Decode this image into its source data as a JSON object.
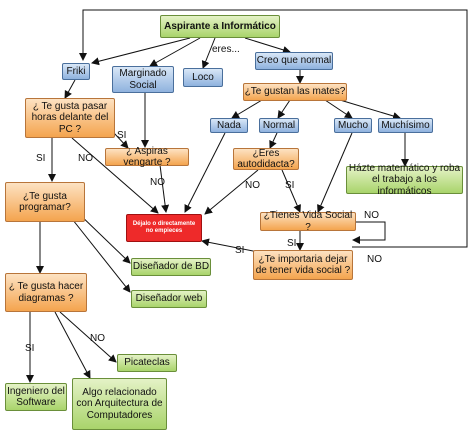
{
  "colors": {
    "green": "#a9d46b",
    "blue": "#8fb2de",
    "orange": "#f4a44e",
    "red": "#ee2a2a",
    "line": "#111111"
  },
  "nodes": {
    "root": "Aspirante a Informático",
    "friki": "Friki",
    "marginado": "Marginado Social",
    "loco": "Loco",
    "creo_normal": "Creo que normal",
    "gustan_mates": "¿Te gustan las mates?",
    "pasar_horas": "¿ Te gusta pasar horas delante del PC ?",
    "vengarte": "¿ Aspiras vengarte ?",
    "nada": "Nada",
    "normal": "Normal",
    "mucho": "Mucho",
    "muchisimo": "Muchísimo",
    "autodidacta": "¿Eres autodidacta?",
    "hazte": "Házte matemático y roba el trabajo a los informáticos",
    "programar": "¿Te gusta programar?",
    "dejalo": "Déjalo o directamente no empieces",
    "vida_social": "¿Tienes Vida Social ?",
    "importaria": "¿Te importaria dejar de tener vida social ?",
    "disenador_bd": "Diseñador de BD",
    "disenador_web": "Diseñador web",
    "diagramas": "¿ Te gusta hacer diagramas ?",
    "picateclas": "Picateclas",
    "ingeniero": "Ingeniero del Software",
    "arquitectura": "Algo relacionado con Arquitectura de Computadores"
  },
  "labels": {
    "eres": "eres...",
    "si_pasar": "SI",
    "no_pasar": "NO",
    "si_vengarte": "SI",
    "no_vengarte": "NO",
    "no_auto": "NO",
    "si_auto": "SI",
    "si_vida": "SI",
    "no_vida": "NO",
    "si_importaria": "SI",
    "no_importaria": "NO",
    "si_diagramas": "SI",
    "no_diagramas": "NO"
  }
}
